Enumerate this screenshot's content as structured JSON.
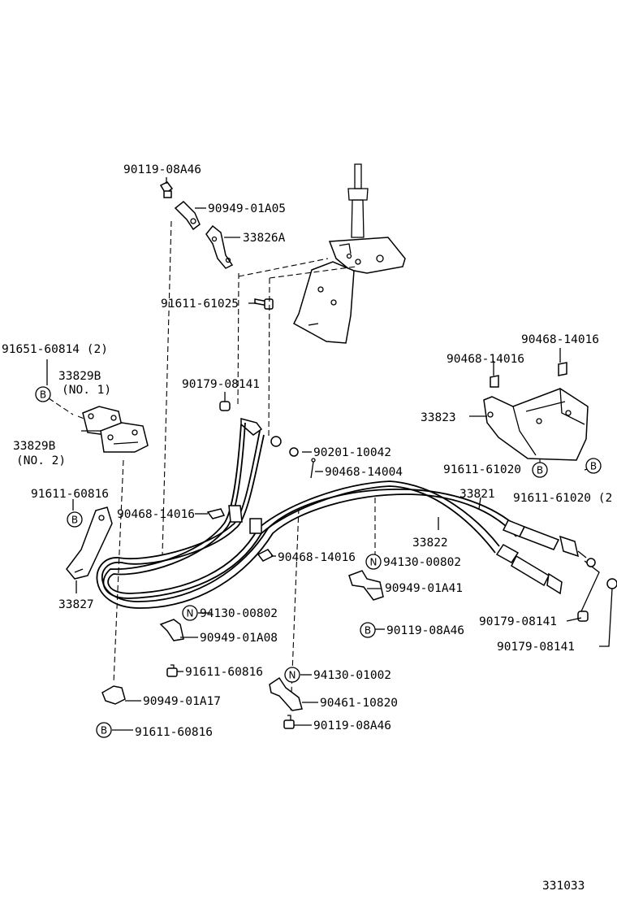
{
  "diagram_id": "331033",
  "markers": {
    "B": "B",
    "N": "N"
  },
  "labels": {
    "p_90119_08A46_top": "90119-08A46",
    "p_90949_01A05": "90949-01A05",
    "p_33826A": "33826A",
    "p_91611_61025": "91611-61025",
    "p_91651_60814": "91651-60814 (2)",
    "p_33829B_1": "33829B",
    "p_no1": "(NO. 1)",
    "p_33829B_2": "33829B",
    "p_no2": "(NO. 2)",
    "p_90179_08141_mid": "90179-08141",
    "p_90201_10042": "90201-10042",
    "p_90468_14004": "90468-14004",
    "p_91611_60816_left": "91611-60816",
    "p_90468_14016_left": "90468-14016",
    "p_33827": "33827",
    "p_90468_14016_top": "90468-14016",
    "p_90468_14016_r2": "90468-14016",
    "p_33823": "33823",
    "p_91611_61020_a": "91611-61020",
    "p_91611_61020_b": "91611-61020 (2",
    "p_33821": "33821",
    "p_33822": "33822",
    "p_90468_14016_mid": "90468-14016",
    "p_94130_00802_r": "94130-00802",
    "p_90949_01A41": "90949-01A41",
    "p_90119_08A46_r": "90119-08A46",
    "p_90179_08141_r1": "90179-08141",
    "p_90179_08141_r2": "90179-08141",
    "p_94130_00802_l": "94130-00802",
    "p_90949_01A08": "90949-01A08",
    "p_91611_60816_mid": "91611-60816",
    "p_94130_01002": "94130-01002",
    "p_90949_01A17": "90949-01A17",
    "p_90461_10820": "90461-10820",
    "p_90119_08A46_bot": "90119-08A46",
    "p_91611_60816_bot": "91611-60816"
  }
}
